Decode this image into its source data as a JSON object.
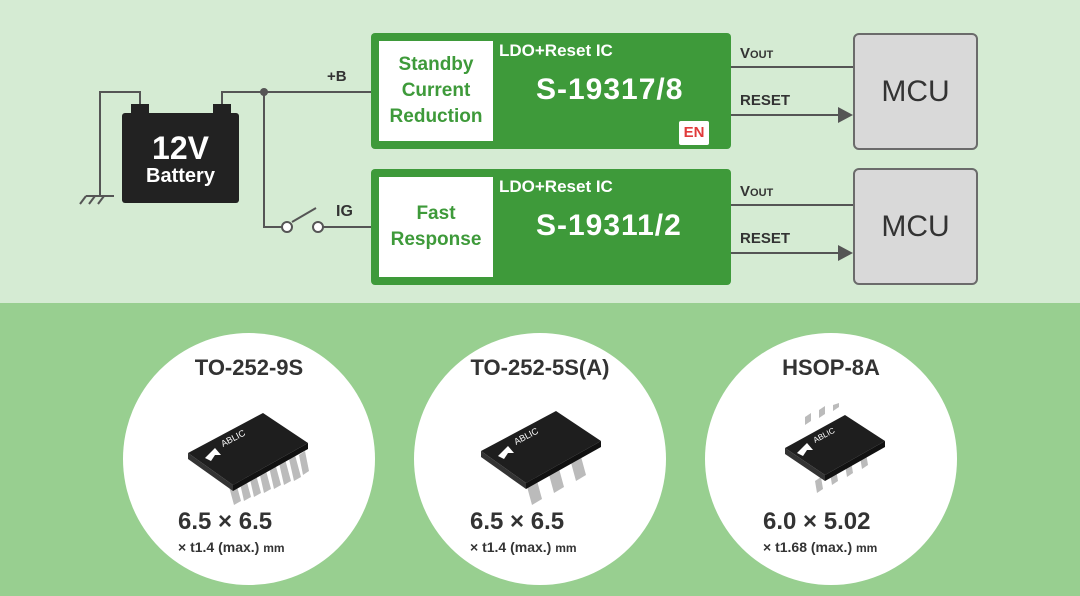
{
  "battery": {
    "voltage": "12V",
    "label": "Battery"
  },
  "wire_labels": {
    "plus_b": "+B",
    "ig": "IG"
  },
  "ic1": {
    "feature": "Standby Current Reduction",
    "type": "LDO+Reset IC",
    "part": "S-19317/8",
    "en_badge": "EN"
  },
  "ic2": {
    "feature": "Fast Response",
    "type": "LDO+Reset IC",
    "part": "S-19311/2"
  },
  "outputs": {
    "vout_v": "V",
    "vout_sub": "OUT",
    "reset": "RESET"
  },
  "mcu": {
    "label": "MCU"
  },
  "packages": [
    {
      "name": "TO-252-9S",
      "dims": "6.5 × 6.5",
      "thickness": "× t1.4 (max.)",
      "unit": "mm",
      "brand": "ABLIC"
    },
    {
      "name": "TO-252-5S(A)",
      "dims": "6.5 × 6.5",
      "thickness": "× t1.4 (max.)",
      "unit": "mm",
      "brand": "ABLIC"
    },
    {
      "name": "HSOP-8A",
      "dims": "6.0 × 5.02",
      "thickness": "× t1.68 (max.)",
      "unit": "mm",
      "brand": "ABLIC"
    }
  ],
  "colors": {
    "green": "#3e9a3a",
    "top_bg": "#d5ebd3",
    "bottom_bg": "#98cf90",
    "en_red": "#e03a3a"
  }
}
